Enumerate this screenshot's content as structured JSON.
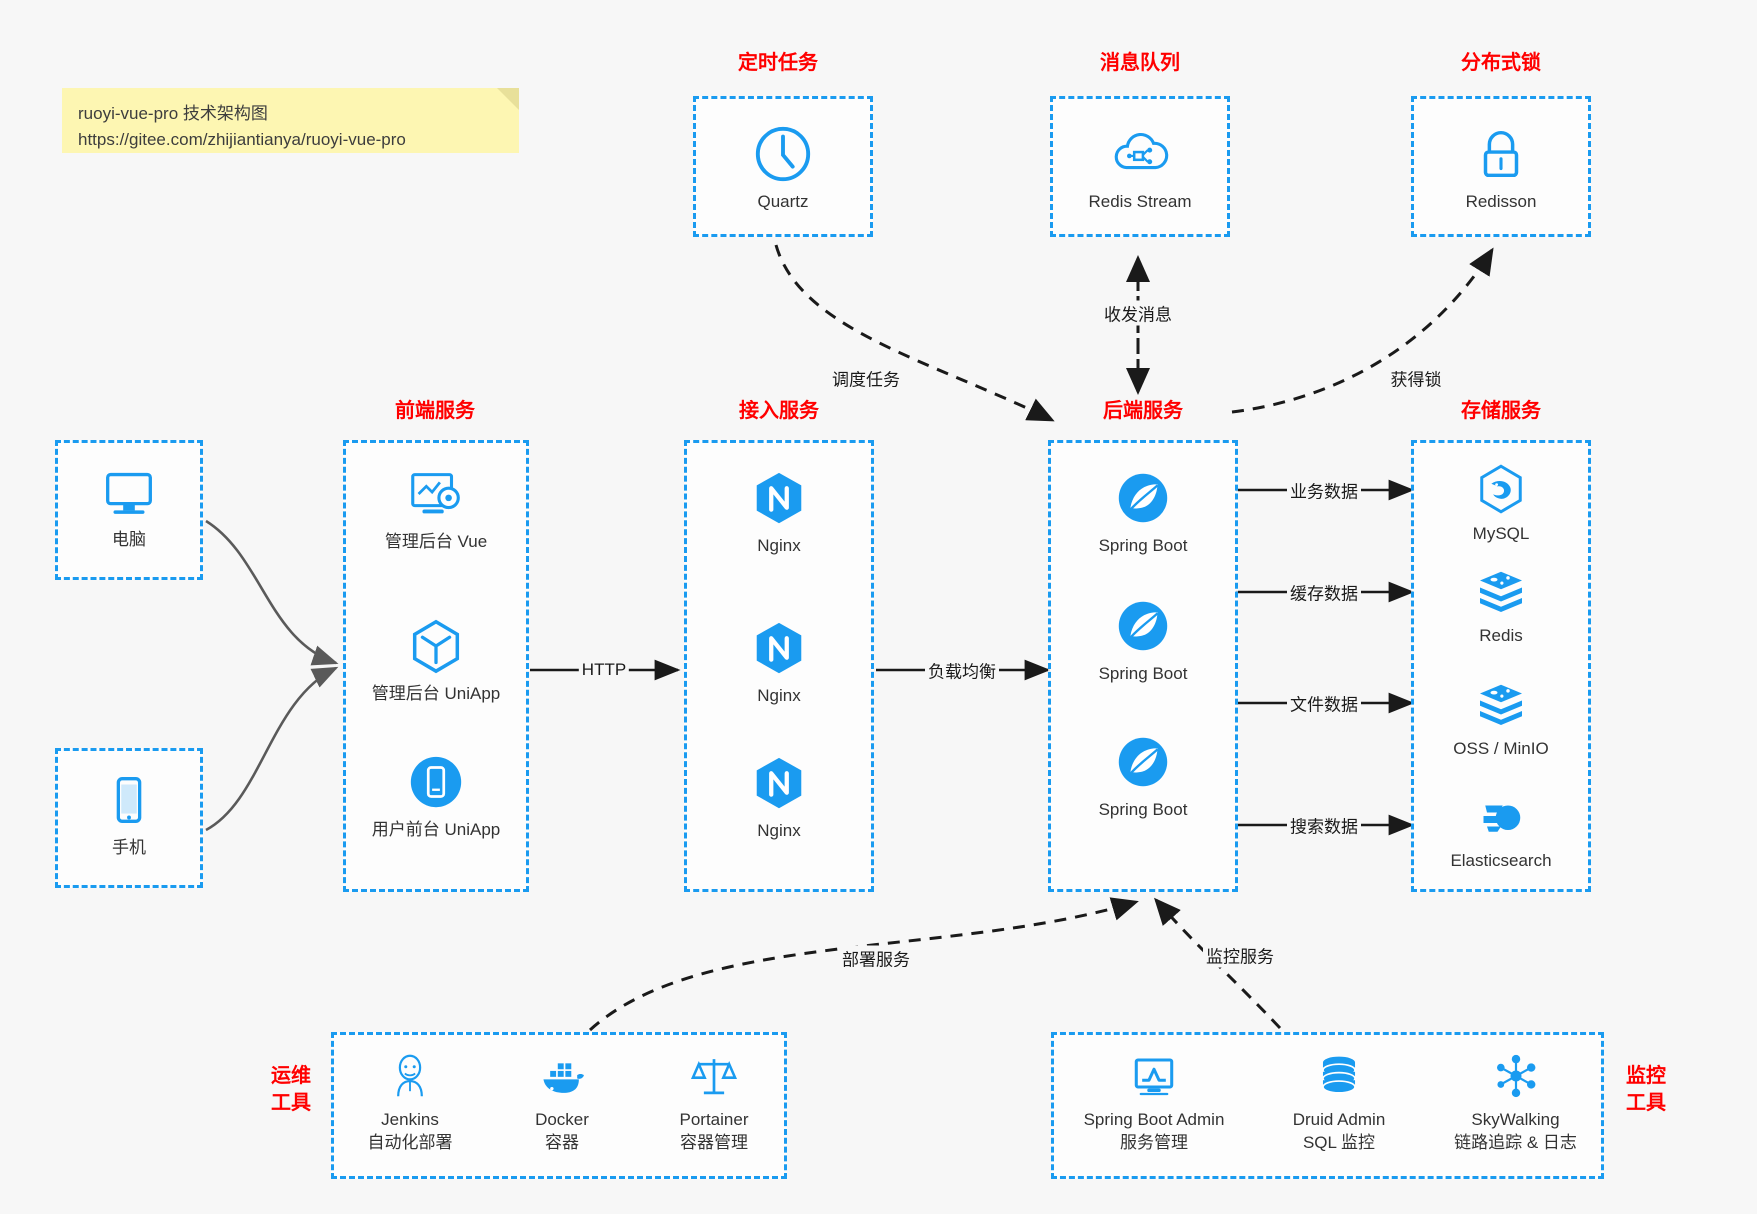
{
  "note": {
    "line1": "ruoyi-vue-pro 技术架构图",
    "line2": "https://gitee.com/zhijiantianya/ruoyi-vue-pro"
  },
  "colors": {
    "accent_blue": "#1a9bf0",
    "header_red": "#ff0000",
    "edge_gray": "#5a5a5a",
    "edge_black": "#1a1a1a",
    "note_yellow": "#fdf6b2",
    "background": "#f7f7f7"
  },
  "groups": {
    "scheduler": {
      "title": "定时任务"
    },
    "mq": {
      "title": "消息队列"
    },
    "lock": {
      "title": "分布式锁"
    },
    "frontend": {
      "title": "前端服务"
    },
    "gateway": {
      "title": "接入服务"
    },
    "backend": {
      "title": "后端服务"
    },
    "storage": {
      "title": "存储服务"
    },
    "devops": {
      "title_line1": "运维",
      "title_line2": "工具"
    },
    "monitor": {
      "title_line1": "监控",
      "title_line2": "工具"
    }
  },
  "clients": [
    {
      "label": "电脑",
      "icon": "desktop-icon"
    },
    {
      "label": "手机",
      "icon": "mobile-icon"
    }
  ],
  "scheduler_nodes": [
    {
      "label": "Quartz",
      "icon": "clock-icon"
    }
  ],
  "mq_nodes": [
    {
      "label": "Redis Stream",
      "icon": "cloud-stream-icon"
    }
  ],
  "lock_nodes": [
    {
      "label": "Redisson",
      "icon": "lock-icon"
    }
  ],
  "frontend_nodes": [
    {
      "label": "管理后台 Vue",
      "icon": "dashboard-icon"
    },
    {
      "label": "管理后台 UniApp",
      "icon": "cube-icon"
    },
    {
      "label": "用户前台 UniApp",
      "icon": "phone-app-icon"
    }
  ],
  "gateway_nodes": [
    {
      "label": "Nginx",
      "icon": "nginx-icon"
    },
    {
      "label": "Nginx",
      "icon": "nginx-icon"
    },
    {
      "label": "Nginx",
      "icon": "nginx-icon"
    }
  ],
  "backend_nodes": [
    {
      "label": "Spring Boot",
      "icon": "spring-leaf-icon"
    },
    {
      "label": "Spring Boot",
      "icon": "spring-leaf-icon"
    },
    {
      "label": "Spring Boot",
      "icon": "spring-leaf-icon"
    }
  ],
  "storage_nodes": [
    {
      "label": "MySQL",
      "icon": "mysql-dolphin-icon"
    },
    {
      "label": "Redis",
      "icon": "redis-stack-icon"
    },
    {
      "label": "OSS / MinIO",
      "icon": "redis-stack-icon"
    },
    {
      "label": "Elasticsearch",
      "icon": "elasticsearch-icon"
    }
  ],
  "devops_nodes": [
    {
      "label": "Jenkins",
      "sublabel": "自动化部署",
      "icon": "jenkins-butler-icon"
    },
    {
      "label": "Docker",
      "sublabel": "容器",
      "icon": "docker-whale-icon"
    },
    {
      "label": "Portainer",
      "sublabel": "容器管理",
      "icon": "portainer-scale-icon"
    }
  ],
  "monitor_nodes": [
    {
      "label": "Spring Boot Admin",
      "sublabel": "服务管理",
      "icon": "monitor-chart-icon"
    },
    {
      "label": "Druid Admin",
      "sublabel": "SQL 监控",
      "icon": "database-icon"
    },
    {
      "label": "SkyWalking",
      "sublabel": "链路追踪 & 日志",
      "icon": "skywalking-nodes-icon"
    }
  ],
  "edge_labels": {
    "http": "HTTP",
    "load_balance": "负载均衡",
    "schedule_task": "调度任务",
    "send_receive_msg": "收发消息",
    "acquire_lock": "获得锁",
    "business_data": "业务数据",
    "cache_data": "缓存数据",
    "file_data": "文件数据",
    "search_data": "搜索数据",
    "deploy_service": "部署服务",
    "monitor_service": "监控服务"
  }
}
